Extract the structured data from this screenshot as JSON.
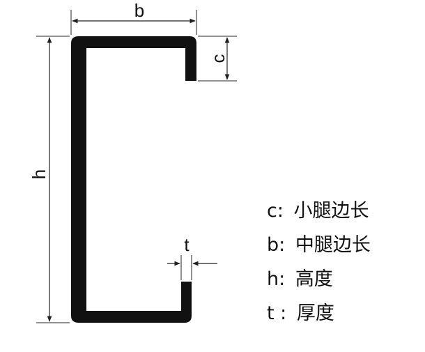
{
  "colors": {
    "section_fill": "#111111",
    "section_inner": "#ffffff",
    "dimension_line": "#222222",
    "text": "#111111",
    "background": "#ffffff"
  },
  "dimensions": {
    "b": "b",
    "c": "c",
    "h": "h",
    "t": "t"
  },
  "legend": {
    "items": [
      {
        "key": "c:",
        "desc": "小腿边长"
      },
      {
        "key": "b:",
        "desc": "中腿边长"
      },
      {
        "key": "h:",
        "desc": "高度"
      },
      {
        "key": "t :",
        "desc": "厚度"
      }
    ]
  }
}
